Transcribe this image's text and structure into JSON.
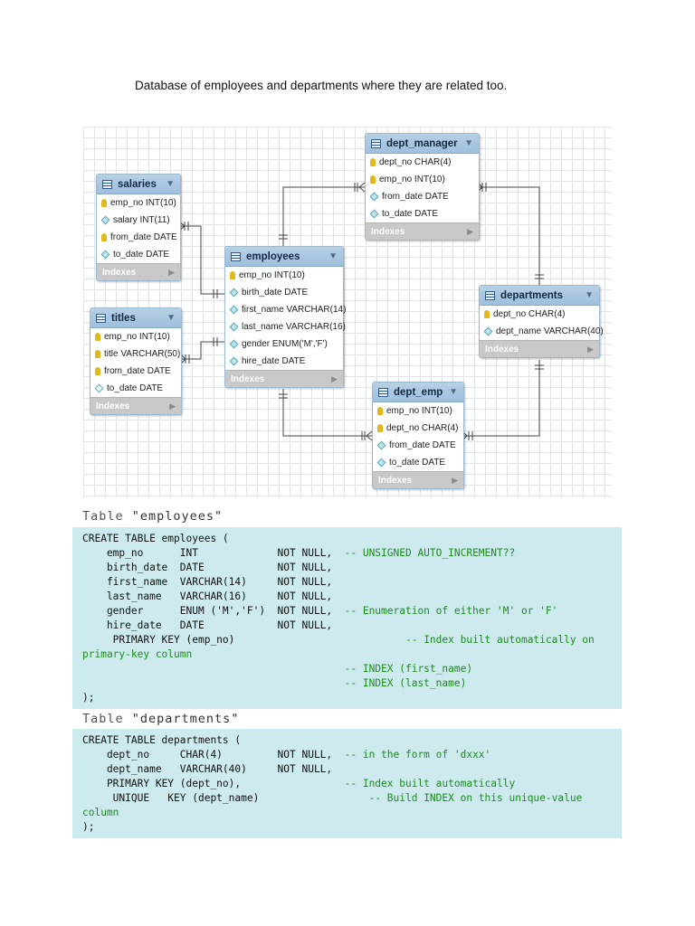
{
  "intro_text": "Database of employees and departments where they are related too.",
  "erd": {
    "footer_label": "Indexes",
    "tables": {
      "salaries": {
        "name": "salaries",
        "columns": [
          "emp_no INT(10)",
          "salary INT(11)",
          "from_date DATE",
          "to_date DATE"
        ]
      },
      "titles": {
        "name": "titles",
        "columns": [
          "emp_no INT(10)",
          "title VARCHAR(50)",
          "from_date DATE",
          "to_date DATE"
        ]
      },
      "employees": {
        "name": "employees",
        "columns": [
          "emp_no INT(10)",
          "birth_date DATE",
          "first_name VARCHAR(14)",
          "last_name VARCHAR(16)",
          "gender ENUM('M','F')",
          "hire_date DATE"
        ]
      },
      "dept_manager": {
        "name": "dept_manager",
        "columns": [
          "dept_no CHAR(4)",
          "emp_no INT(10)",
          "from_date DATE",
          "to_date DATE"
        ]
      },
      "departments": {
        "name": "departments",
        "columns": [
          "dept_no CHAR(4)",
          "dept_name VARCHAR(40)"
        ]
      },
      "dept_emp": {
        "name": "dept_emp",
        "columns": [
          "emp_no INT(10)",
          "dept_no CHAR(4)",
          "from_date DATE",
          "to_date DATE"
        ]
      }
    }
  },
  "sql": {
    "employees": {
      "heading_prefix": "Table ",
      "heading_name": "\"employees\"",
      "lines": [
        {
          "code": "CREATE TABLE employees (",
          "comment": ""
        },
        {
          "code": "    emp_no      INT             NOT NULL,  ",
          "comment": "-- UNSIGNED AUTO_INCREMENT??"
        },
        {
          "code": "    birth_date  DATE            NOT NULL,",
          "comment": ""
        },
        {
          "code": "    first_name  VARCHAR(14)     NOT NULL,",
          "comment": ""
        },
        {
          "code": "    last_name   VARCHAR(16)     NOT NULL,",
          "comment": ""
        },
        {
          "code": "    gender      ENUM ('M','F')  NOT NULL,  ",
          "comment": "-- Enumeration of either 'M' or 'F'"
        },
        {
          "code": "    hire_date   DATE            NOT NULL,",
          "comment": ""
        },
        {
          "code": "     PRIMARY KEY (emp_no)                            ",
          "comment": "-- Index built automatically on"
        },
        {
          "code": "",
          "comment": "primary-key column"
        },
        {
          "code": "                                           ",
          "comment": "-- INDEX (first_name)"
        },
        {
          "code": "                                           ",
          "comment": "-- INDEX (last_name)"
        },
        {
          "code": ");",
          "comment": ""
        }
      ]
    },
    "departments": {
      "heading_prefix": "Table ",
      "heading_name": "\"departments\"",
      "lines": [
        {
          "code": "CREATE TABLE departments (",
          "comment": ""
        },
        {
          "code": "    dept_no     CHAR(4)         NOT NULL,  ",
          "comment": "-- in the form of 'dxxx'"
        },
        {
          "code": "    dept_name   VARCHAR(40)     NOT NULL,",
          "comment": ""
        },
        {
          "code": "    PRIMARY KEY (dept_no),                 ",
          "comment": "-- Index built automatically"
        },
        {
          "code": "     UNIQUE   KEY (dept_name)                  ",
          "comment": "-- Build INDEX on this unique-value"
        },
        {
          "code": "",
          "comment": "column"
        },
        {
          "code": ");",
          "comment": ""
        }
      ]
    }
  }
}
